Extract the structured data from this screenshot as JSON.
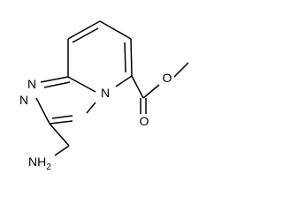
{
  "structure": {
    "atoms": {
      "nitrogen_1": "N",
      "nitrogen_2": "N",
      "nitrogen_bridge": "N",
      "carbonyl_oxygen": "O",
      "ester_oxygen": "O",
      "amine": "NH",
      "amine_subscript": "2"
    }
  }
}
